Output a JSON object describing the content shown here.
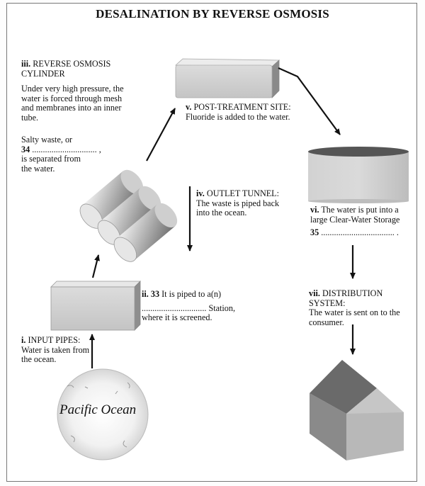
{
  "title": "DESALINATION BY REVERSE OSMOSIS",
  "steps": {
    "step1": {
      "num": "i.",
      "heading": "INPUT PIPES:",
      "body": "Water is taken from the ocean."
    },
    "step2": {
      "num": "ii.",
      "question": "33",
      "line1": "It is piped to a(n)",
      "line2": ".............................. Station,",
      "line3": "where it is screened."
    },
    "step3": {
      "num": "iii.",
      "heading": "REVERSE OSMOSIS CYLINDER",
      "body": "Under very high pressure, the water is forced through mesh and membranes into an inner tube.",
      "waste_intro": "Salty waste, or",
      "question": "34",
      "blank": ".............................. ,",
      "waste_after": "is separated from the water."
    },
    "step4": {
      "num": "iv.",
      "heading": "OUTLET TUNNEL:",
      "body": "The waste is piped back into the ocean."
    },
    "step5": {
      "num": "v.",
      "heading": "POST-TREATMENT SITE:",
      "body": "Fluoride is added to the water."
    },
    "step6": {
      "num": "vi.",
      "body": "The water is put into a large Clear-Water Storage",
      "question": "35",
      "blank": ".................................. ."
    },
    "step7": {
      "num": "vii.",
      "heading": "DISTRIBUTION SYSTEM:",
      "body": "The water is sent on to the consumer."
    }
  },
  "ocean_label": "Pacific Ocean"
}
